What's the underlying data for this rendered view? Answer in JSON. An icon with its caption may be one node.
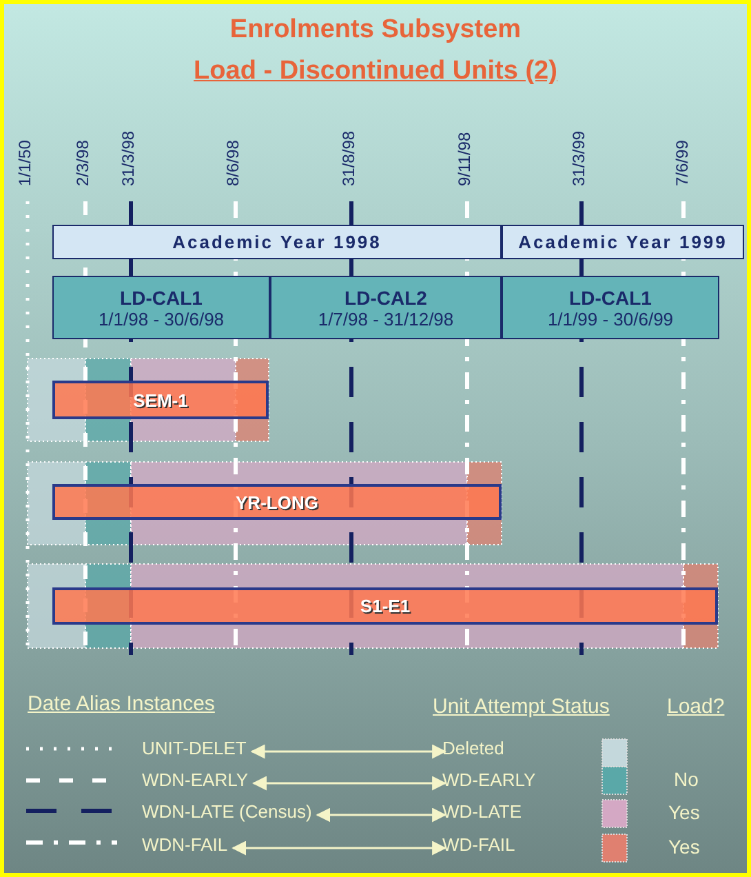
{
  "diagram": {
    "title": "Enrolments Subsystem",
    "nodes": [
      {
        "text": [
          "Academic Year 1998"
        ]
      },
      {
        "text": [
          "Academic Year 1999"
        ]
      },
      {
        "text": [
          "LD-CAL1",
          "1/1/98 - 30/6/98"
        ]
      },
      {
        "text": [
          "LD-CAL2",
          "1/7/98 - 31/12/98"
        ]
      },
      {
        "text": [
          "LD-CAL1",
          "1/1/99 - 30/6/99"
        ]
      },
      {
        "text": [
          "SEM-1"
        ]
      },
      {
        "text": [
          "YR-LONG"
        ]
      },
      {
        "text": [
          "S1-E1"
        ]
      },
      {
        "text": [
          "UNIT-DELET"
        ]
      },
      {
        "text": [
          "Deleted"
        ]
      },
      {
        "text": [
          "WDN-EARLY"
        ]
      },
      {
        "text": [
          "WD-EARLY"
        ]
      },
      {
        "text": [
          "WDN-LATE (Census)"
        ]
      },
      {
        "text": [
          "WD-LATE"
        ]
      },
      {
        "text": [
          "WDN-FAIL"
        ]
      },
      {
        "text": [
          "WD-FAIL"
        ]
      }
    ],
    "edges": [
      {
        "from": 8,
        "to": 9,
        "arrow": "both"
      },
      {
        "from": 10,
        "to": 11,
        "arrow": "both"
      },
      {
        "from": 12,
        "to": 13,
        "arrow": "both"
      },
      {
        "from": 14,
        "to": 15,
        "arrow": "both"
      }
    ],
    "labels": [
      "Load - Discontinued Units (2)",
      "1/1/50",
      "2/3/98",
      "31/3/98",
      "8/6/98",
      "31/8/98",
      "9/11/98",
      "31/3/99",
      "7/6/99",
      "Date Alias Instances",
      "Unit Attempt Status",
      "Load?",
      "No",
      "Yes",
      "Yes"
    ]
  }
}
